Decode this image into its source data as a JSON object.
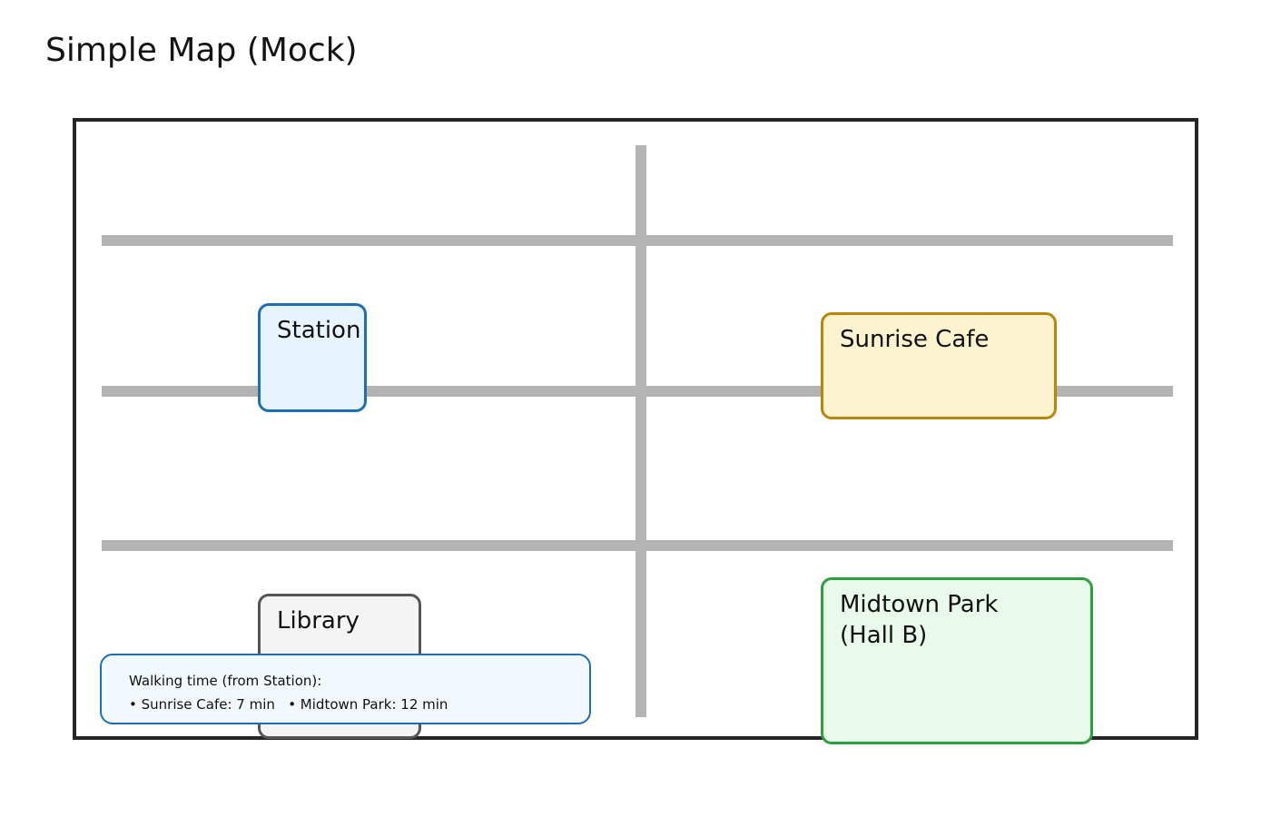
{
  "page": {
    "title": "Simple Map (Mock)",
    "background_color": "#ffffff"
  },
  "map": {
    "frame_color": "#262626",
    "road_color": "#b4b4b4",
    "roads": [
      {
        "name": "road-horizontal-top",
        "orientation": "horizontal"
      },
      {
        "name": "road-horizontal-middle",
        "orientation": "horizontal"
      },
      {
        "name": "road-horizontal-bottom",
        "orientation": "horizontal"
      },
      {
        "name": "road-vertical-main",
        "orientation": "vertical"
      }
    ],
    "places": [
      {
        "id": "station",
        "label": "Station",
        "border_color": "#1f6eb5",
        "fill_color": "#e8f4fd"
      },
      {
        "id": "sunrise-cafe",
        "label": "Sunrise Cafe",
        "border_color": "#b8860b",
        "fill_color": "#fdf3cf"
      },
      {
        "id": "library",
        "label": "Library",
        "border_color": "#555555",
        "fill_color": "#f4f4f4"
      },
      {
        "id": "midtown-park",
        "label": "Midtown Park\n(Hall B)",
        "border_color": "#2e9e3e",
        "fill_color": "#eafaea"
      }
    ]
  },
  "legend": {
    "title": "Walking time (from Station):",
    "items_line": "• Sunrise Cafe: 7 min   • Midtown Park: 12 min",
    "entries": [
      {
        "place": "Sunrise Cafe",
        "minutes": 7,
        "unit": "min"
      },
      {
        "place": "Midtown Park",
        "minutes": 12,
        "unit": "min"
      }
    ],
    "origin": "Station",
    "border_color": "#1f6eb5",
    "fill_color": "#f2f9fe"
  }
}
